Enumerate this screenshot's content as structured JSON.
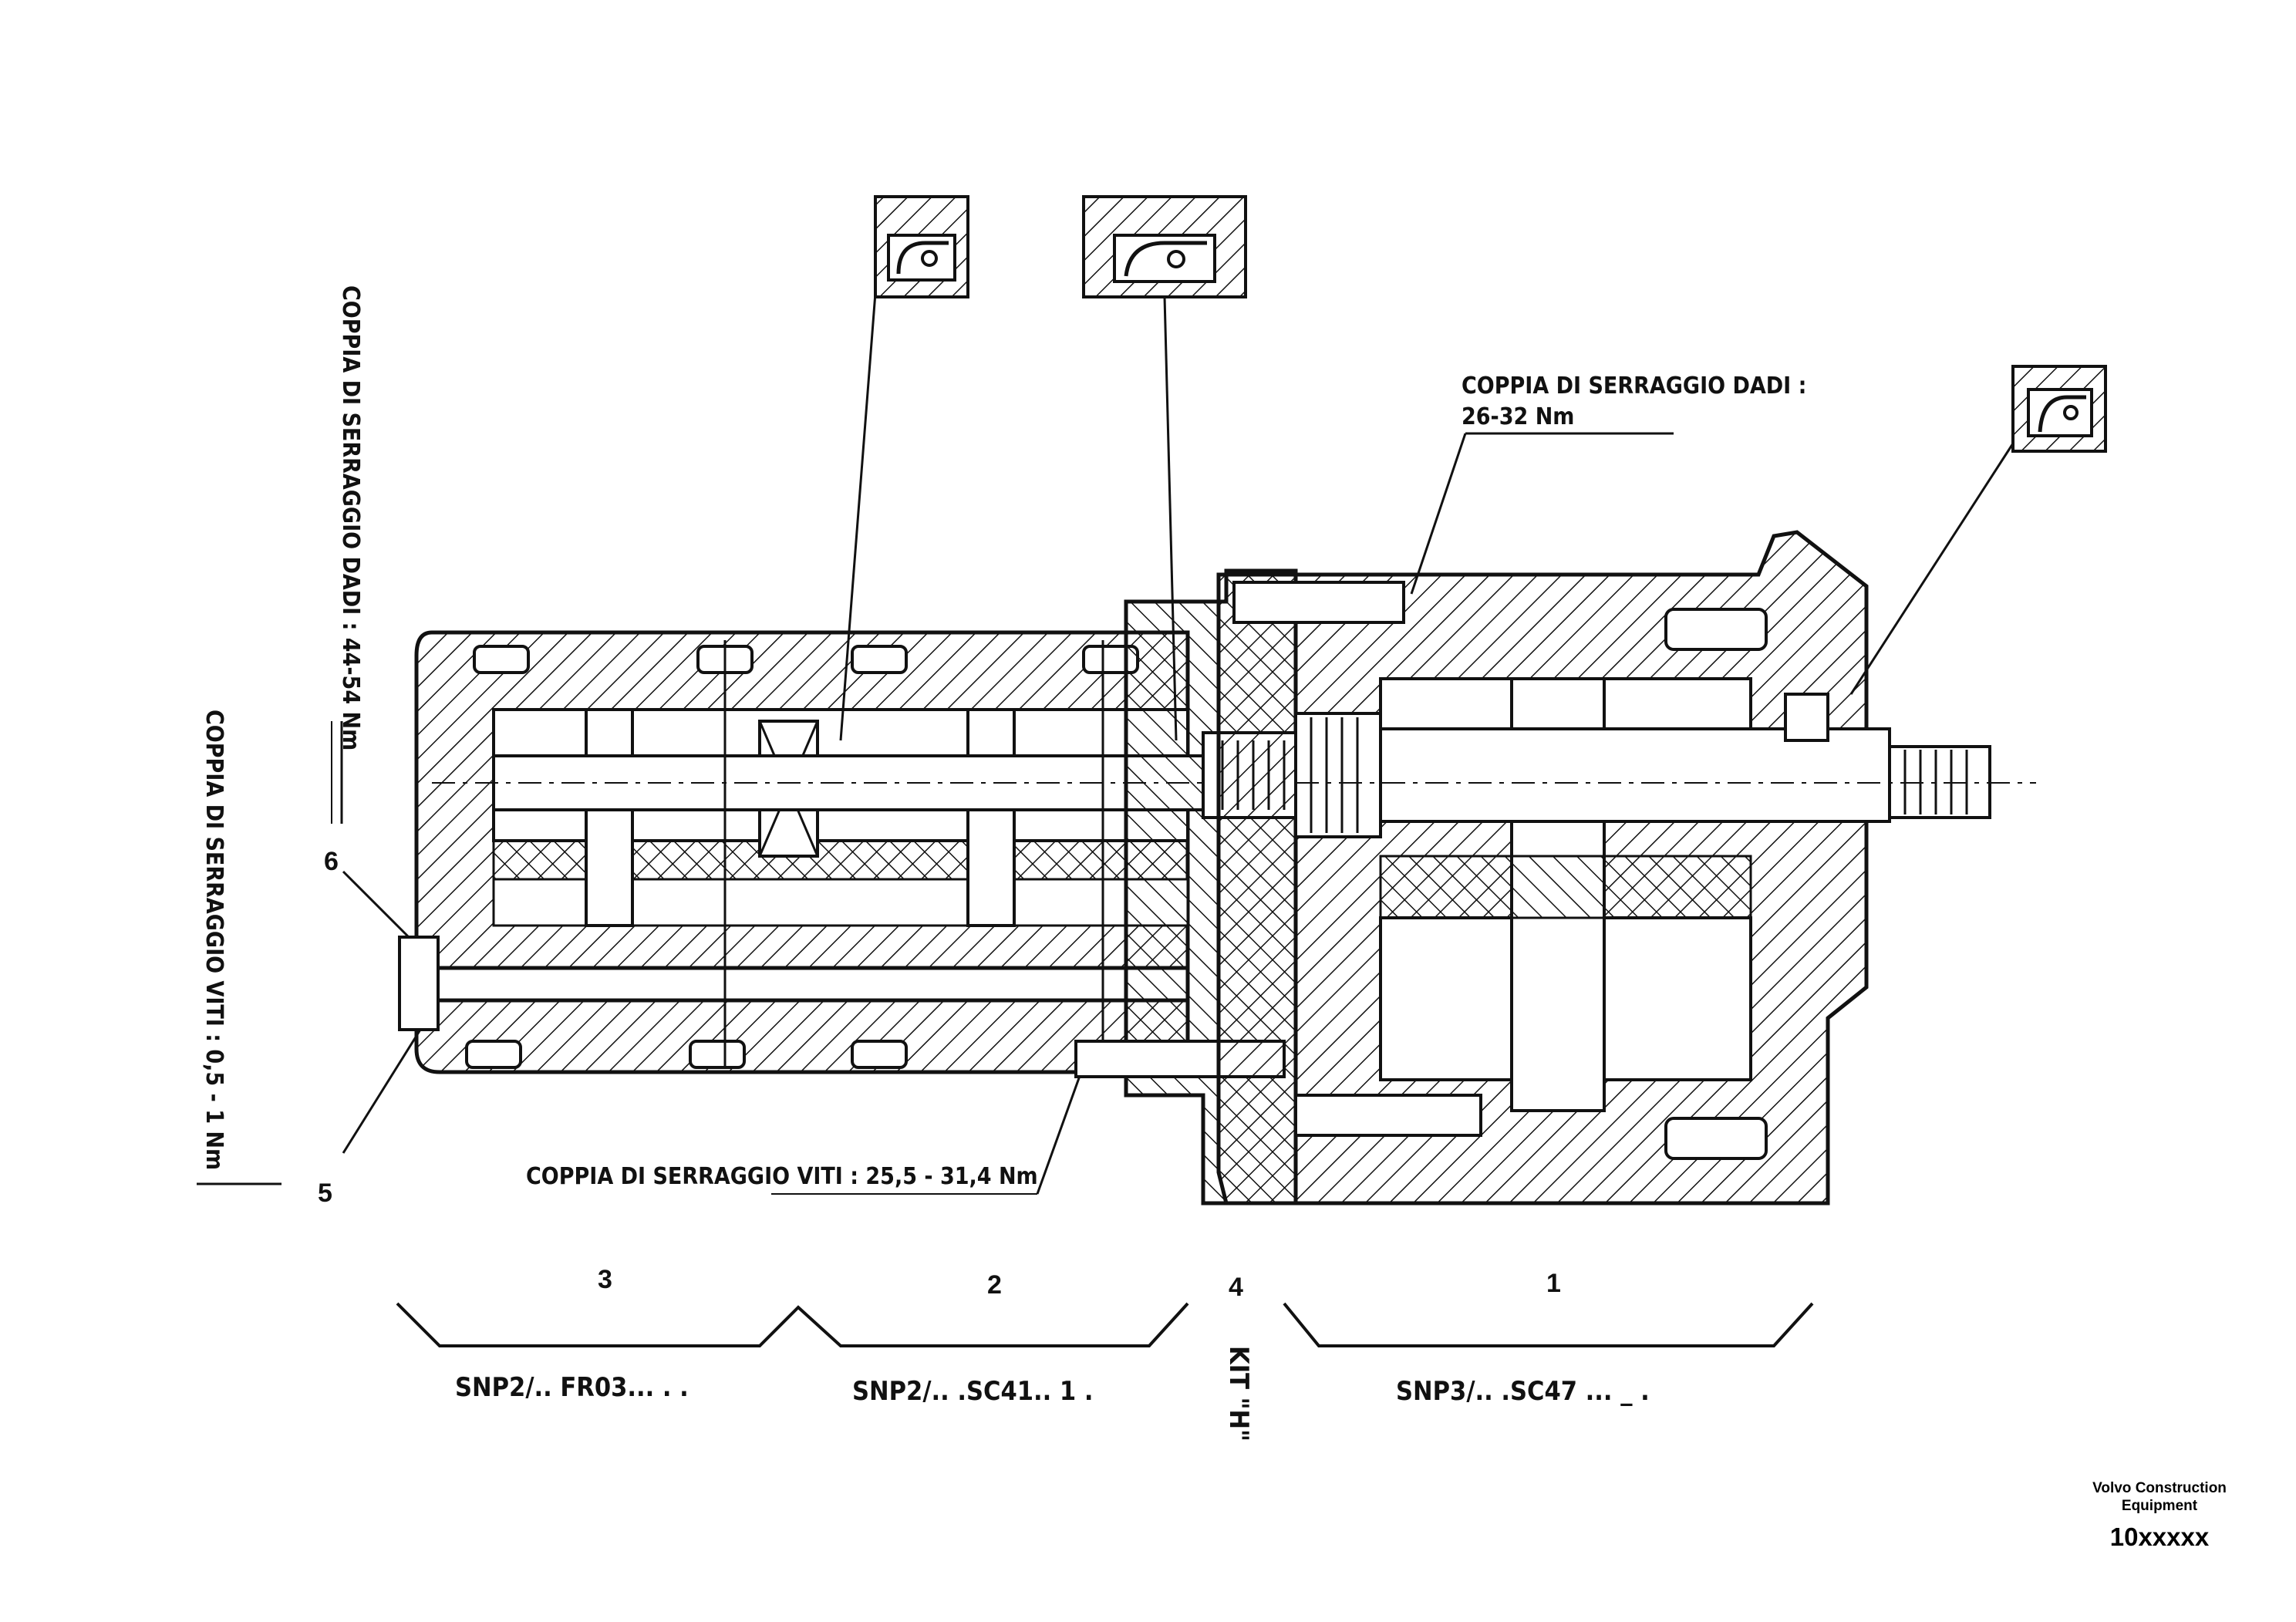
{
  "torque_notes": {
    "top_right": {
      "line1": "COPPIA DI SERRAGGIO DADI :",
      "line2": "26-32 Nm"
    },
    "left_vertical": {
      "prefix": "COPPIA DI SERRAGGIO DADI : ",
      "value": "44-54 Nm"
    },
    "far_left_vertical": {
      "prefix": "COPPIA DI SERRAGGIO VITI : ",
      "value": "0,5 - 1 Nm"
    },
    "bottom": {
      "prefix": "COPPIA DI SERRAGGIO ",
      "value": "VITI : 25,5 - 31,4 Nm"
    }
  },
  "item_numbers": {
    "n1": "1",
    "n2": "2",
    "n3": "3",
    "n4": "4",
    "n5": "5",
    "n6": "6"
  },
  "sections": {
    "s3": "SNP2/.. FR03... . .",
    "s2": "SNP2/.. .SC41.. 1 .",
    "kit": "KIT \"H\"",
    "s1": "SNP3/.. .SC47 ... _ ."
  },
  "footer": {
    "company_line1": "Volvo Construction",
    "company_line2": "Equipment",
    "code": "10xxxxx"
  }
}
